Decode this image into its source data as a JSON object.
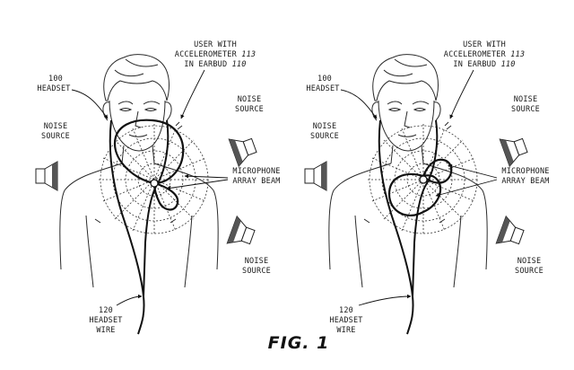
{
  "figure": {
    "title": "FIG. 1"
  },
  "panels": [
    {
      "id": "left",
      "labels": {
        "user_line1": "USER WITH",
        "user_line2": "ACCELEROMETER",
        "user_num": "113",
        "user_line3": "IN EARBUD",
        "user_num2": "110",
        "headset_num": "100",
        "headset": "HEADSET",
        "noise_left_1": "NOISE",
        "noise_left_2": "SOURCE",
        "noise_tr_1": "NOISE",
        "noise_tr_2": "SOURCE",
        "noise_br_1": "NOISE",
        "noise_br_2": "SOURCE",
        "mic_1": "MICROPHONE",
        "mic_2": "ARRAY BEAM",
        "wire_num": "120",
        "wire_1": "HEADSET",
        "wire_2": "WIRE"
      }
    },
    {
      "id": "right",
      "labels": {
        "user_line1": "USER WITH",
        "user_line2": "ACCELEROMETER",
        "user_num": "113",
        "user_line3": "IN EARBUD",
        "user_num2": "110",
        "headset_num": "100",
        "headset": "HEADSET",
        "noise_left_1": "NOISE",
        "noise_left_2": "SOURCE",
        "noise_tr_1": "NOISE",
        "noise_tr_2": "SOURCE",
        "noise_br_1": "NOISE",
        "noise_br_2": "SOURCE",
        "mic_1": "MICROPHONE",
        "mic_2": "ARRAY BEAM",
        "wire_num": "120",
        "wire_1": "HEADSET",
        "wire_2": "WIRE"
      }
    }
  ]
}
